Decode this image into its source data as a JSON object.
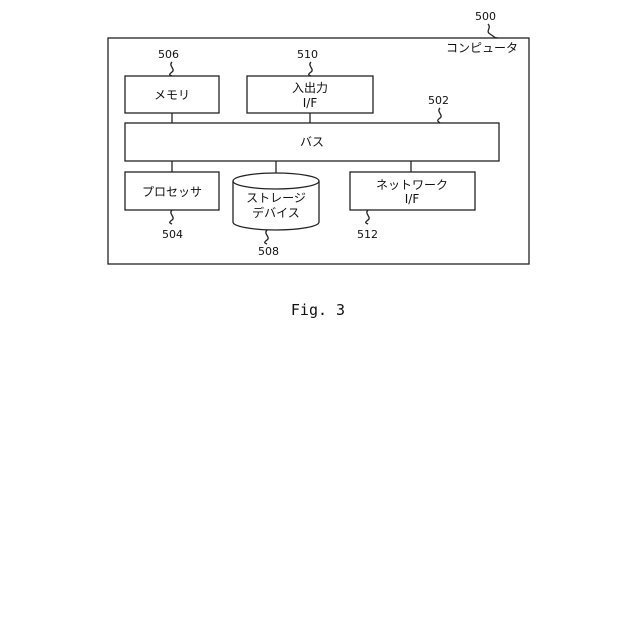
{
  "computer": {
    "ref": "500",
    "label": "コンピュータ"
  },
  "memory": {
    "ref": "506",
    "label": "メモリ"
  },
  "io": {
    "ref": "510",
    "label_line1": "入出力",
    "label_line2": "I/F"
  },
  "bus": {
    "ref": "502",
    "label": "バス"
  },
  "processor": {
    "ref": "504",
    "label": "プロセッサ"
  },
  "storage": {
    "ref": "508",
    "label_line1": "ストレージ",
    "label_line2": "デバイス"
  },
  "network": {
    "ref": "512",
    "label_line1": "ネットワーク",
    "label_line2": "I/F"
  },
  "caption": "Fig. 3"
}
